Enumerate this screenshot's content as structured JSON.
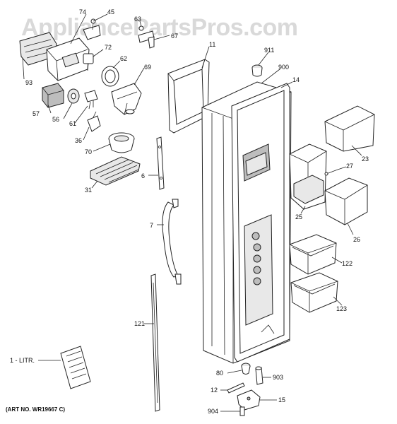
{
  "watermark": "AppliancePartsPros.com",
  "art_number": "(ART NO. WR19667 C)",
  "colors": {
    "line": "#222222",
    "watermark": "#d9d9d9",
    "background": "#ffffff"
  },
  "labels": {
    "p74": "74",
    "p45": "45",
    "p63": "63",
    "p67": "67",
    "p72": "72",
    "p62": "62",
    "p93": "93",
    "p57": "57",
    "p56": "56",
    "p61": "61",
    "p69": "69",
    "p36": "36",
    "p70": "70",
    "p31": "31",
    "p6": "6",
    "p7": "7",
    "p11": "11",
    "p911": "911",
    "p900": "900",
    "p14": "14",
    "p23": "23",
    "p27": "27",
    "p25": "25",
    "p26": "26",
    "p122": "122",
    "p123": "123",
    "p121": "121",
    "p1": "1 - LITR.",
    "p80": "80",
    "p903": "903",
    "p12": "12",
    "p15": "15",
    "p904": "904"
  }
}
